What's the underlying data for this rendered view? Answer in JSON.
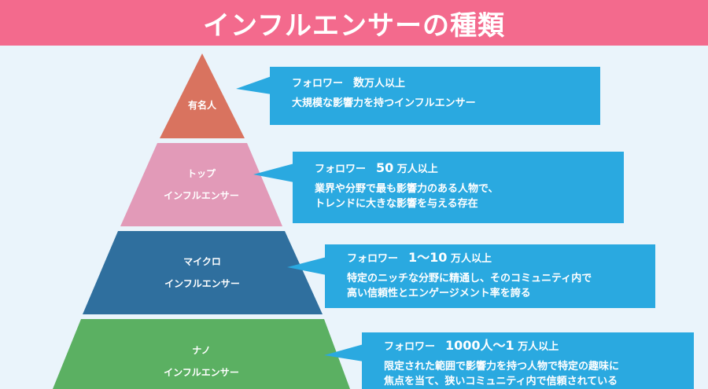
{
  "title": "インフルエンサーの種類",
  "colors": {
    "header": "#f36a8d",
    "callout": "#2aa9e0",
    "tier1": "#d9735f",
    "tier2": "#e29ab8",
    "tier3": "#2f6f9e",
    "tier4": "#5bb062"
  },
  "tiers": [
    {
      "name_lines": [
        "有名人"
      ],
      "follower_label": "フォロワー　",
      "follower_num": "数",
      "follower_unit": "万人以上",
      "desc_lines": [
        "大規模な影響力を持つインフルエンサー"
      ]
    },
    {
      "name_lines": [
        "トップ",
        "インフルエンサー"
      ],
      "follower_label": "フォロワー　",
      "follower_num": "50",
      "follower_unit": " 万人以上",
      "desc_lines": [
        "業界や分野で最も影響力のある人物で、",
        "トレンドに大きな影響を与える存在"
      ]
    },
    {
      "name_lines": [
        "マイクロ",
        "インフルエンサー"
      ],
      "follower_label": "フォロワー　",
      "follower_num": "1〜10",
      "follower_unit": " 万人以上",
      "desc_lines": [
        "特定のニッチな分野に精通し、そのコミュニティ内で",
        "高い信頼性とエンゲージメント率を誇る"
      ]
    },
    {
      "name_lines": [
        "ナノ",
        "インフルエンサー"
      ],
      "follower_label": "フォロワー　",
      "follower_num": "1000人〜1",
      "follower_unit": " 万人以上",
      "desc_lines": [
        "限定された範囲で影響力を持つ人物で特定の趣味に",
        "焦点を当て、狭いコミュニティ内で信頼されている"
      ]
    }
  ]
}
